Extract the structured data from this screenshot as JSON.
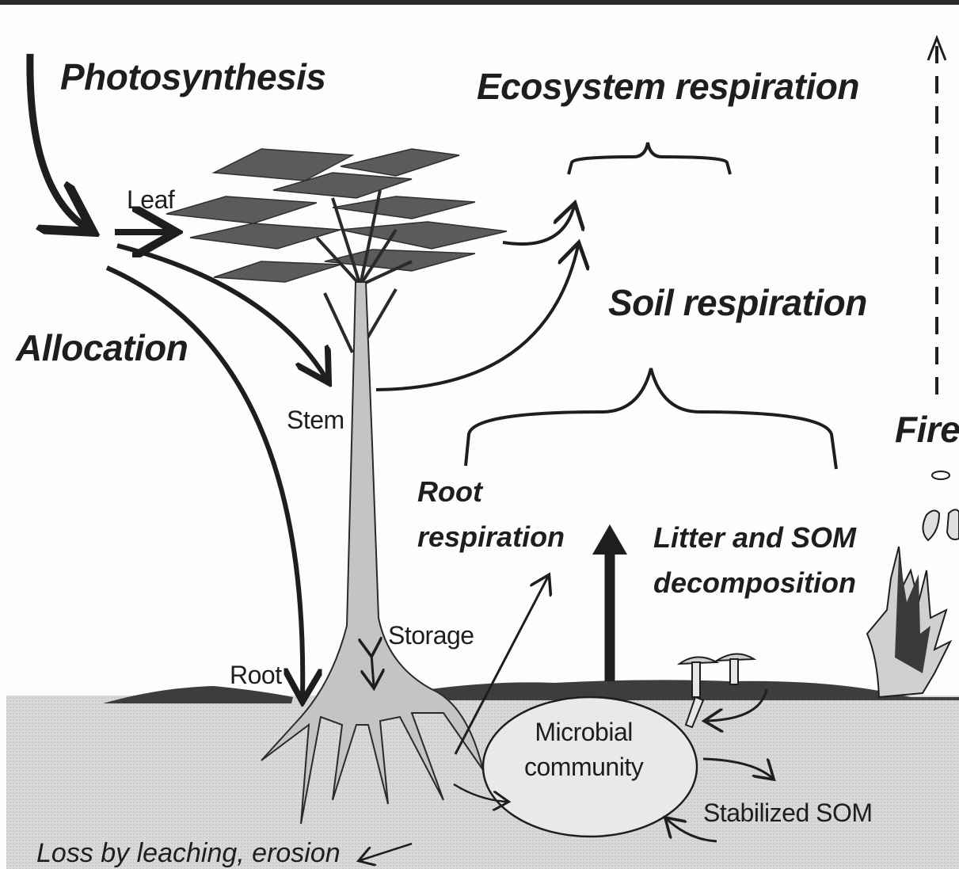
{
  "labels": {
    "photosynthesis": "Photosynthesis",
    "ecosystem_respiration": "Ecosystem respiration",
    "allocation": "Allocation",
    "leaf": "Leaf",
    "stem": "Stem",
    "soil_respiration": "Soil respiration",
    "fire": "Fire",
    "root_respiration_1": "Root",
    "root_respiration_2": "respiration",
    "litter_som_1": "Litter and SOM",
    "litter_som_2": "decomposition",
    "storage": "Storage",
    "root": "Root",
    "microbial_1": "Microbial",
    "microbial_2": "community",
    "stabilized_som": "Stabilized SOM",
    "loss": "Loss by leaching, erosion"
  },
  "colors": {
    "ink": "#1e1e1e",
    "canopy": "#5b5b5b",
    "trunk": "#c4c4c4",
    "soil": "#d6d6d6",
    "ground_litter": "#3d3d3d"
  }
}
